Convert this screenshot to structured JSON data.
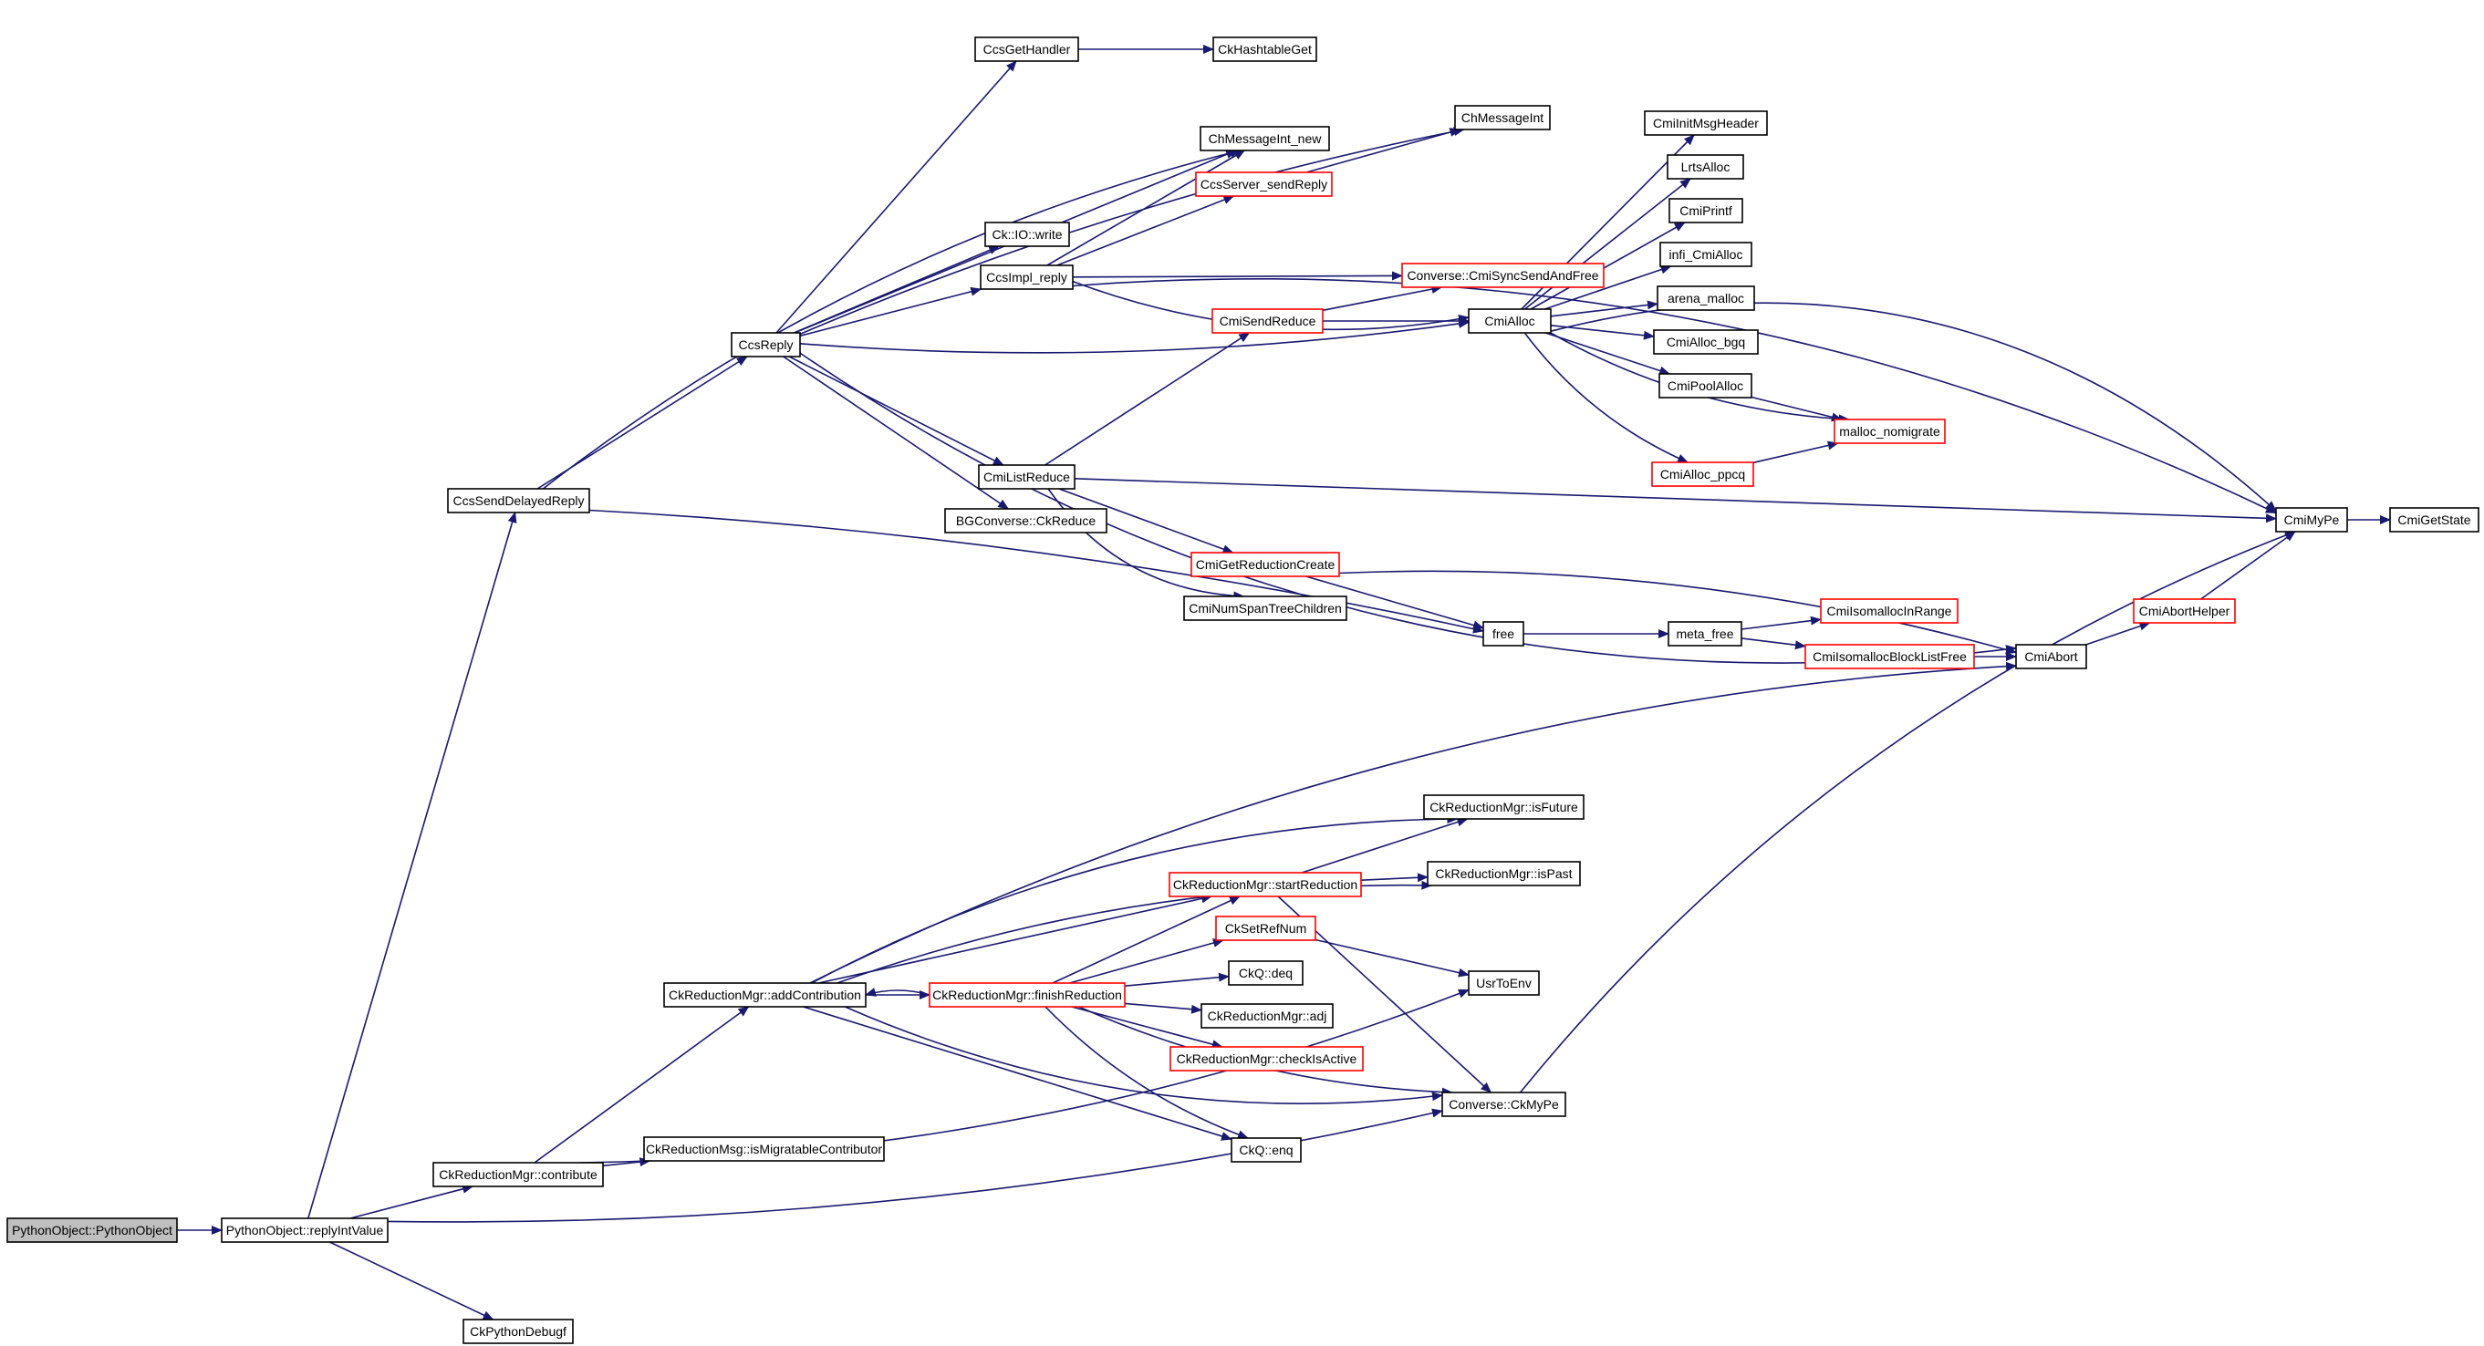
{
  "colors": {
    "edge": "#191970",
    "node_fill": "#ffffff",
    "root_fill": "#bfbfbf",
    "normal_border": "#000000",
    "truncated_border": "#ff0000"
  },
  "nodes": [
    {
      "id": "python_object",
      "label": "PythonObject::PythonObject",
      "style": "root"
    },
    {
      "id": "reply_int_value",
      "label": "PythonObject::replyIntValue",
      "style": "normal"
    },
    {
      "id": "ck_python_debugf",
      "label": "CkPythonDebugf",
      "style": "normal"
    },
    {
      "id": "ccs_send_delayed_reply",
      "label": "CcsSendDelayedReply",
      "style": "normal"
    },
    {
      "id": "ccs_reply",
      "label": "CcsReply",
      "style": "normal"
    },
    {
      "id": "ccs_get_handler",
      "label": "CcsGetHandler",
      "style": "normal"
    },
    {
      "id": "ck_hashtable_get",
      "label": "CkHashtableGet",
      "style": "normal"
    },
    {
      "id": "ch_message_int",
      "label": "ChMessageInt",
      "style": "normal"
    },
    {
      "id": "ch_message_int_new",
      "label": "ChMessageInt_new",
      "style": "normal"
    },
    {
      "id": "ccs_server_send_reply",
      "label": "CcsServer_sendReply",
      "style": "truncated"
    },
    {
      "id": "ck_io_write",
      "label": "Ck::IO::write",
      "style": "normal"
    },
    {
      "id": "ccs_impl_reply",
      "label": "CcsImpl_reply",
      "style": "normal"
    },
    {
      "id": "cmi_sync_send_and_free",
      "label": "Converse::CmiSyncSendAndFree",
      "style": "truncated"
    },
    {
      "id": "cmi_send_reduce",
      "label": "CmiSendReduce",
      "style": "truncated"
    },
    {
      "id": "cmi_alloc",
      "label": "CmiAlloc",
      "style": "normal"
    },
    {
      "id": "cmi_init_msg_header",
      "label": "CmiInitMsgHeader",
      "style": "normal"
    },
    {
      "id": "lrts_alloc",
      "label": "LrtsAlloc",
      "style": "normal"
    },
    {
      "id": "cmi_printf",
      "label": "CmiPrintf",
      "style": "normal"
    },
    {
      "id": "infi_cmi_alloc",
      "label": "infi_CmiAlloc",
      "style": "normal"
    },
    {
      "id": "arena_malloc",
      "label": "arena_malloc",
      "style": "normal"
    },
    {
      "id": "cmi_alloc_bgq",
      "label": "CmiAlloc_bgq",
      "style": "normal"
    },
    {
      "id": "cmi_pool_alloc",
      "label": "CmiPoolAlloc",
      "style": "normal"
    },
    {
      "id": "malloc_nomigrate",
      "label": "malloc_nomigrate",
      "style": "truncated"
    },
    {
      "id": "cmi_alloc_ppcq",
      "label": "CmiAlloc_ppcq",
      "style": "truncated"
    },
    {
      "id": "cmi_list_reduce",
      "label": "CmiListReduce",
      "style": "normal"
    },
    {
      "id": "bg_ck_reduce",
      "label": "BGConverse::CkReduce",
      "style": "normal"
    },
    {
      "id": "cmi_get_reduction_create",
      "label": "CmiGetReductionCreate",
      "style": "truncated"
    },
    {
      "id": "cmi_num_span_tree_children",
      "label": "CmiNumSpanTreeChildren",
      "style": "normal"
    },
    {
      "id": "free",
      "label": "free",
      "style": "normal"
    },
    {
      "id": "meta_free",
      "label": "meta_free",
      "style": "normal"
    },
    {
      "id": "cmi_isomalloc_in_range",
      "label": "CmiIsomallocInRange",
      "style": "truncated"
    },
    {
      "id": "cmi_isomalloc_block_list_free",
      "label": "CmiIsomallocBlockListFree",
      "style": "truncated"
    },
    {
      "id": "cmi_abort",
      "label": "CmiAbort",
      "style": "normal"
    },
    {
      "id": "cmi_abort_helper",
      "label": "CmiAbortHelper",
      "style": "truncated"
    },
    {
      "id": "cmi_my_pe",
      "label": "CmiMyPe",
      "style": "normal"
    },
    {
      "id": "cmi_get_state",
      "label": "CmiGetState",
      "style": "normal"
    },
    {
      "id": "ck_reduction_mgr_contribute",
      "label": "CkReductionMgr::contribute",
      "style": "normal"
    },
    {
      "id": "ck_reduction_msg_is_migratable",
      "label": "CkReductionMsg::isMigratableContributor",
      "style": "normal"
    },
    {
      "id": "ck_reduction_mgr_add_contribution",
      "label": "CkReductionMgr::addContribution",
      "style": "normal"
    },
    {
      "id": "ck_reduction_mgr_finish_reduction",
      "label": "CkReductionMgr::finishReduction",
      "style": "truncated"
    },
    {
      "id": "ck_reduction_mgr_is_future",
      "label": "CkReductionMgr::isFuture",
      "style": "normal"
    },
    {
      "id": "ck_reduction_mgr_is_past",
      "label": "CkReductionMgr::isPast",
      "style": "normal"
    },
    {
      "id": "ck_reduction_mgr_start_reduction",
      "label": "CkReductionMgr::startReduction",
      "style": "truncated"
    },
    {
      "id": "ck_set_ref_num",
      "label": "CkSetRefNum",
      "style": "truncated"
    },
    {
      "id": "ckq_deq",
      "label": "CkQ::deq",
      "style": "normal"
    },
    {
      "id": "ck_reduction_mgr_adj",
      "label": "CkReductionMgr::adj",
      "style": "normal"
    },
    {
      "id": "ck_reduction_mgr_check_is_active",
      "label": "CkReductionMgr::checkIsActive",
      "style": "truncated"
    },
    {
      "id": "usr_to_env",
      "label": "UsrToEnv",
      "style": "normal"
    },
    {
      "id": "converse_ck_my_pe",
      "label": "Converse::CkMyPe",
      "style": "normal"
    },
    {
      "id": "ckq_enq",
      "label": "CkQ::enq",
      "style": "normal"
    }
  ],
  "edges": [
    [
      "python_object",
      "reply_int_value"
    ],
    [
      "reply_int_value",
      "ccs_send_delayed_reply"
    ],
    [
      "reply_int_value",
      "ck_reduction_mgr_contribute"
    ],
    [
      "reply_int_value",
      "converse_ck_my_pe"
    ],
    [
      "reply_int_value",
      "ck_python_debugf"
    ],
    [
      "ccs_send_delayed_reply",
      "ccs_reply"
    ],
    [
      "ccs_send_delayed_reply",
      "ch_message_int_new"
    ],
    [
      "ccs_send_delayed_reply",
      "free"
    ],
    [
      "ccs_reply",
      "ccs_get_handler"
    ],
    [
      "ccs_reply",
      "ch_message_int"
    ],
    [
      "ccs_reply",
      "ch_message_int_new"
    ],
    [
      "ccs_reply",
      "ck_io_write"
    ],
    [
      "ccs_reply",
      "ccs_impl_reply"
    ],
    [
      "ccs_reply",
      "cmi_alloc"
    ],
    [
      "ccs_reply",
      "cmi_list_reduce"
    ],
    [
      "ccs_reply",
      "bg_ck_reduce"
    ],
    [
      "ccs_reply",
      "cmi_abort"
    ],
    [
      "ccs_get_handler",
      "ck_hashtable_get"
    ],
    [
      "ccs_impl_reply",
      "ch_message_int_new"
    ],
    [
      "ccs_impl_reply",
      "ccs_server_send_reply"
    ],
    [
      "ccs_impl_reply",
      "cmi_sync_send_and_free"
    ],
    [
      "ccs_impl_reply",
      "cmi_alloc"
    ],
    [
      "ccs_impl_reply",
      "cmi_my_pe"
    ],
    [
      "ccs_server_send_reply",
      "ch_message_int"
    ],
    [
      "cmi_send_reduce",
      "cmi_sync_send_and_free"
    ],
    [
      "cmi_send_reduce",
      "cmi_alloc"
    ],
    [
      "cmi_alloc",
      "cmi_init_msg_header"
    ],
    [
      "cmi_alloc",
      "lrts_alloc"
    ],
    [
      "cmi_alloc",
      "cmi_printf"
    ],
    [
      "cmi_alloc",
      "infi_cmi_alloc"
    ],
    [
      "cmi_alloc",
      "arena_malloc"
    ],
    [
      "cmi_alloc",
      "cmi_alloc_bgq"
    ],
    [
      "cmi_alloc",
      "cmi_pool_alloc"
    ],
    [
      "cmi_alloc",
      "malloc_nomigrate"
    ],
    [
      "cmi_alloc",
      "cmi_alloc_ppcq"
    ],
    [
      "cmi_alloc",
      "cmi_my_pe"
    ],
    [
      "cmi_pool_alloc",
      "malloc_nomigrate"
    ],
    [
      "cmi_alloc_ppcq",
      "malloc_nomigrate"
    ],
    [
      "cmi_list_reduce",
      "cmi_send_reduce"
    ],
    [
      "cmi_list_reduce",
      "cmi_get_reduction_create"
    ],
    [
      "cmi_list_reduce",
      "cmi_num_span_tree_children"
    ],
    [
      "cmi_list_reduce",
      "cmi_my_pe"
    ],
    [
      "cmi_get_reduction_create",
      "free"
    ],
    [
      "cmi_get_reduction_create",
      "cmi_abort"
    ],
    [
      "free",
      "meta_free"
    ],
    [
      "meta_free",
      "cmi_isomalloc_in_range"
    ],
    [
      "meta_free",
      "cmi_isomalloc_block_list_free"
    ],
    [
      "cmi_isomalloc_block_list_free",
      "cmi_abort"
    ],
    [
      "cmi_abort",
      "cmi_abort_helper"
    ],
    [
      "cmi_abort_helper",
      "cmi_my_pe"
    ],
    [
      "cmi_my_pe",
      "cmi_get_state"
    ],
    [
      "ck_reduction_mgr_contribute",
      "ck_reduction_msg_is_migratable"
    ],
    [
      "ck_reduction_mgr_contribute",
      "ck_reduction_mgr_add_contribution"
    ],
    [
      "ck_reduction_mgr_contribute",
      "usr_to_env"
    ],
    [
      "ck_reduction_mgr_add_contribution",
      "ck_reduction_mgr_finish_reduction"
    ],
    [
      "ck_reduction_mgr_add_contribution",
      "ck_reduction_mgr_is_future"
    ],
    [
      "ck_reduction_mgr_add_contribution",
      "ck_reduction_mgr_is_past"
    ],
    [
      "ck_reduction_mgr_add_contribution",
      "ck_reduction_mgr_start_reduction"
    ],
    [
      "ck_reduction_mgr_add_contribution",
      "cmi_abort"
    ],
    [
      "ck_reduction_mgr_add_contribution",
      "converse_ck_my_pe"
    ],
    [
      "ck_reduction_mgr_add_contribution",
      "ckq_enq"
    ],
    [
      "ck_reduction_mgr_finish_reduction",
      "ck_reduction_mgr_add_contribution"
    ],
    [
      "ck_reduction_mgr_finish_reduction",
      "ck_reduction_mgr_start_reduction"
    ],
    [
      "ck_reduction_mgr_finish_reduction",
      "ck_set_ref_num"
    ],
    [
      "ck_reduction_mgr_finish_reduction",
      "ckq_deq"
    ],
    [
      "ck_reduction_mgr_finish_reduction",
      "ck_reduction_mgr_adj"
    ],
    [
      "ck_reduction_mgr_finish_reduction",
      "ck_reduction_mgr_check_is_active"
    ],
    [
      "ck_reduction_mgr_finish_reduction",
      "converse_ck_my_pe"
    ],
    [
      "ck_reduction_mgr_finish_reduction",
      "ckq_enq"
    ],
    [
      "ck_reduction_mgr_start_reduction",
      "ck_reduction_mgr_is_future"
    ],
    [
      "ck_reduction_mgr_start_reduction",
      "ck_reduction_mgr_is_past"
    ],
    [
      "ck_reduction_mgr_start_reduction",
      "converse_ck_my_pe"
    ],
    [
      "ck_set_ref_num",
      "usr_to_env"
    ],
    [
      "converse_ck_my_pe",
      "cmi_my_pe"
    ]
  ]
}
